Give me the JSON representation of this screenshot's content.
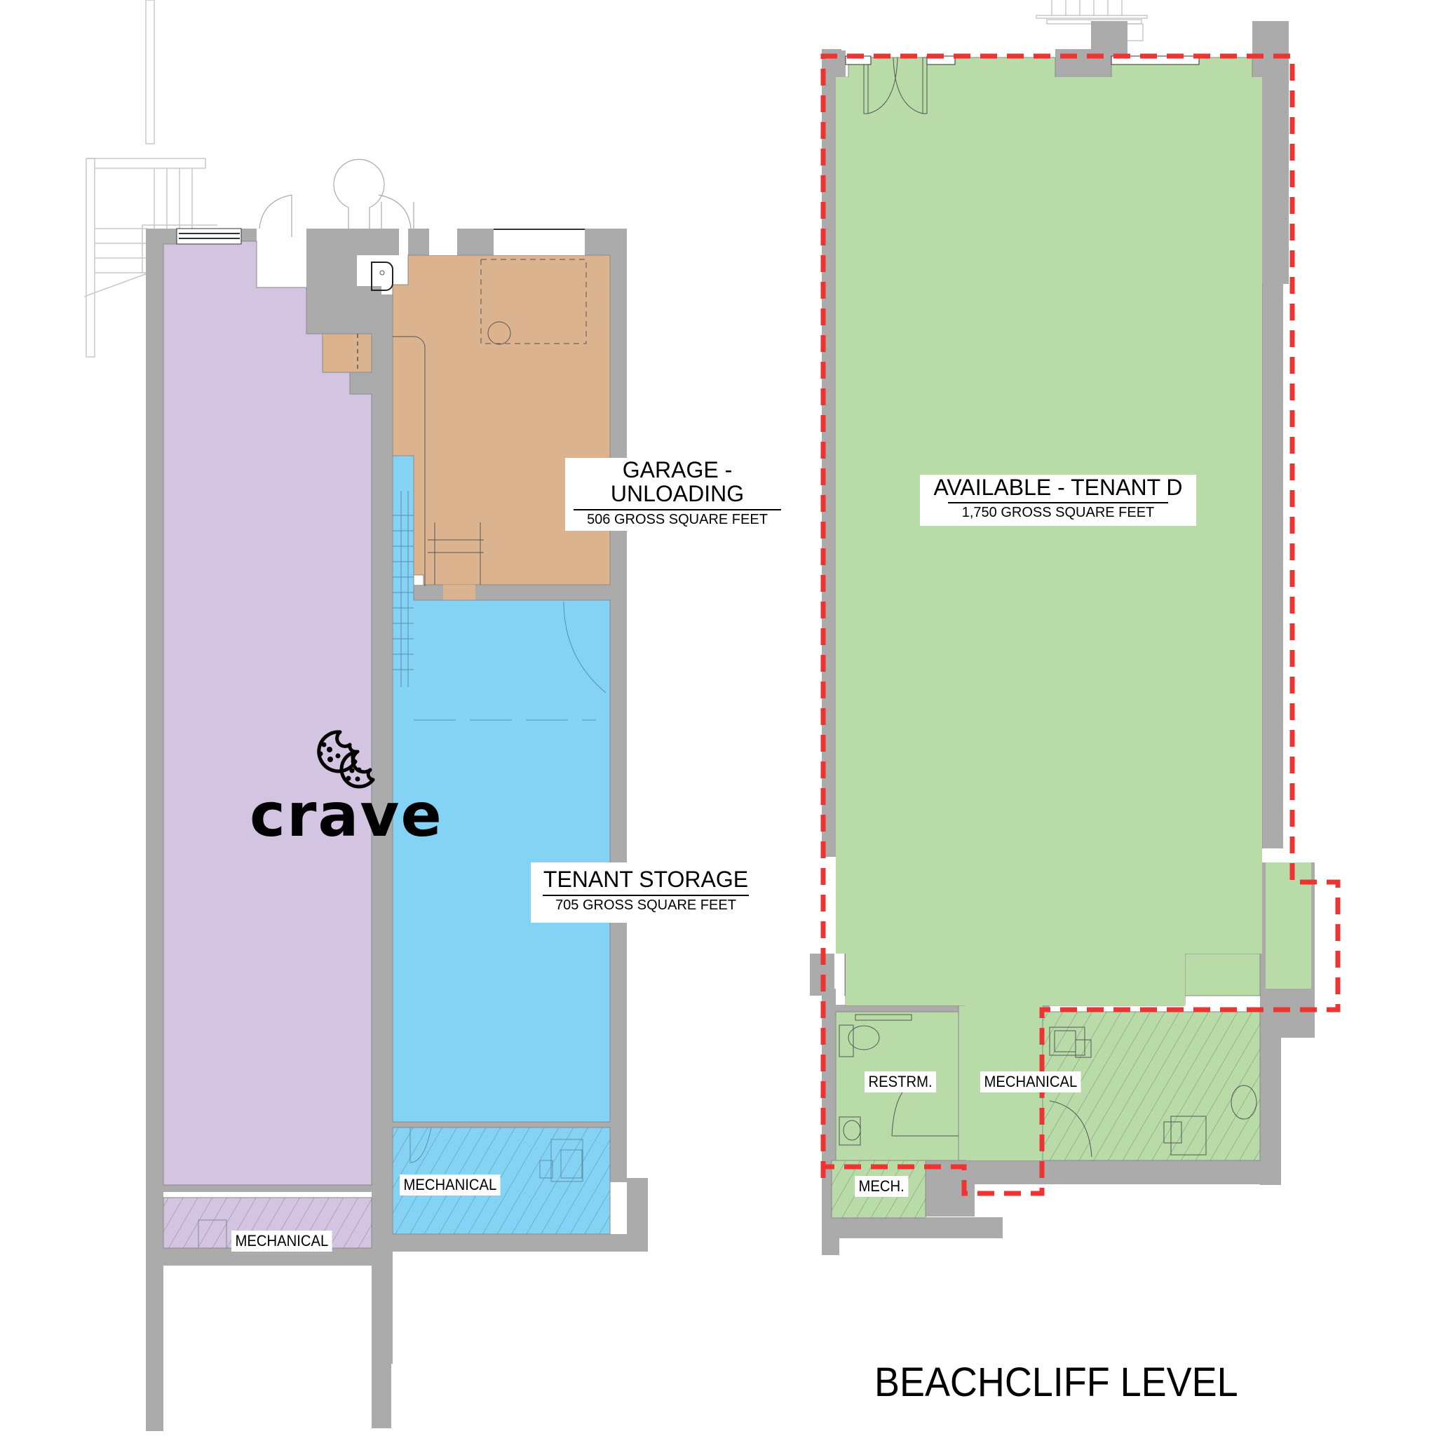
{
  "drawing": {
    "level_title": "BEACHCLIFF LEVEL",
    "colors": {
      "wall": "#ababab",
      "crave_space": "#d3c5e2",
      "garage": "#dbb48f",
      "tenant_storage": "#84d3f5",
      "tenant_d": "#b8dba8",
      "available_outline": "#ee3333"
    }
  },
  "rooms": {
    "crave": {
      "brand": "crave",
      "logo_icon": "cookies-icon"
    },
    "crave_mechanical": {
      "label": "MECHANICAL"
    },
    "garage": {
      "title_line1": "GARAGE -",
      "title_line2": "UNLOADING",
      "area": "506 GROSS SQUARE FEET"
    },
    "tenant_storage": {
      "title": "TENANT STORAGE",
      "area": "705 GROSS SQUARE FEET"
    },
    "storage_mechanical": {
      "label": "MECHANICAL"
    },
    "tenant_d": {
      "title": "AVAILABLE - TENANT D",
      "area": "1,750 GROSS SQUARE FEET"
    },
    "restroom": {
      "label": "RESTRM."
    },
    "mech_small": {
      "label": "MECH."
    },
    "tenant_d_mechanical": {
      "label": "MECHANICAL"
    }
  }
}
